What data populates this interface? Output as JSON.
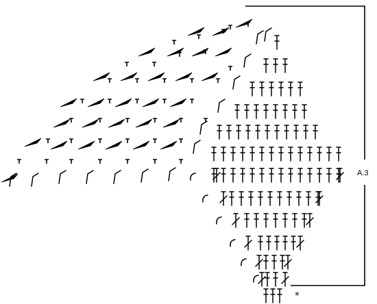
{
  "diagram": {
    "chart_label": "A.3",
    "repeat_marker": "*",
    "ink_color": "#000000",
    "background_color": "#ffffff",
    "symbols": [
      "treble-crochet",
      "crossed-treble",
      "chain-arc",
      "chain-space",
      "double-crochet-tick",
      "picot-wedge"
    ]
  }
}
